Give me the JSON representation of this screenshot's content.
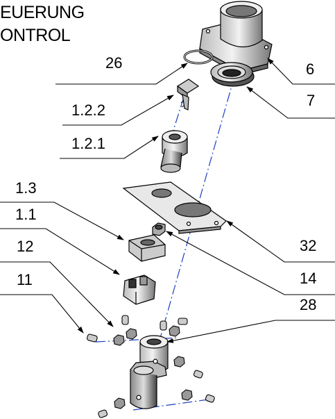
{
  "title_lines": [
    "EUERUNG",
    "ONTROL"
  ],
  "callouts": [
    {
      "id": "c26",
      "text": "26"
    },
    {
      "id": "c6",
      "text": "6"
    },
    {
      "id": "c7",
      "text": "7"
    },
    {
      "id": "c122",
      "text": "1.2.2"
    },
    {
      "id": "c121",
      "text": "1.2.1"
    },
    {
      "id": "c13",
      "text": "1.3"
    },
    {
      "id": "c11",
      "text": "1.1"
    },
    {
      "id": "c12",
      "text": "12"
    },
    {
      "id": "c11b",
      "text": "11"
    },
    {
      "id": "c32",
      "text": "32"
    },
    {
      "id": "c14",
      "text": "14"
    },
    {
      "id": "c28",
      "text": "28"
    }
  ]
}
